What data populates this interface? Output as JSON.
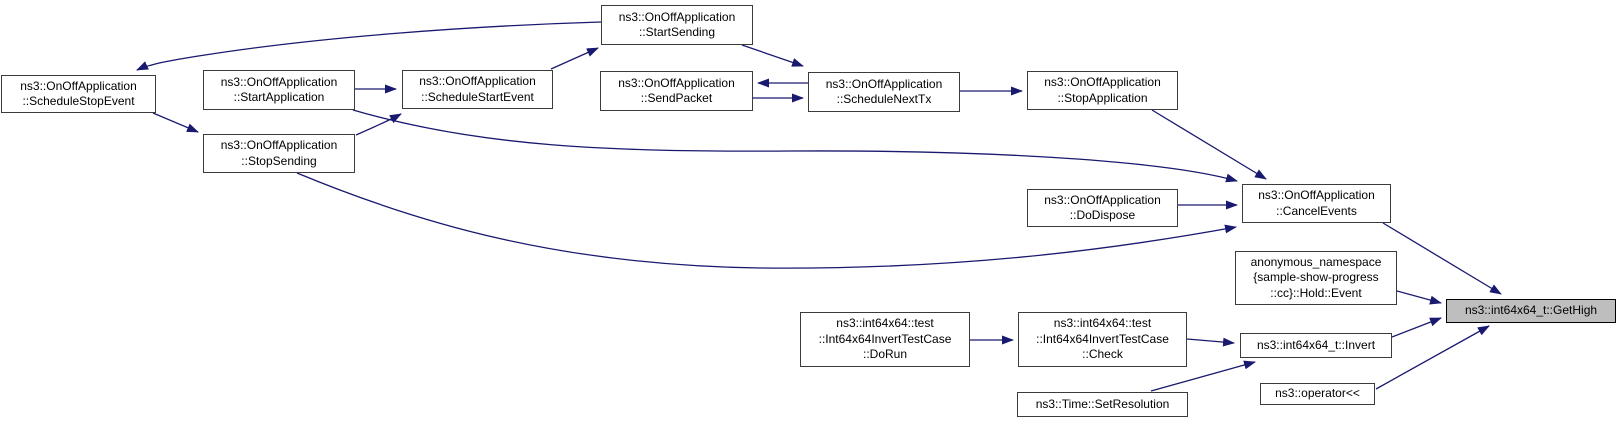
{
  "diagram": {
    "kind": "doxygen-caller-graph",
    "colors": {
      "background": "#ffffff",
      "edge": "#191970",
      "node_border": "#3b3b3b",
      "node_fill": "#ffffff",
      "highlight_fill": "#bebebe",
      "text": "#000000"
    },
    "nodes": {
      "schedule_stop_event": {
        "label": "ns3::OnOffApplication\n::ScheduleStopEvent"
      },
      "start_application": {
        "label": "ns3::OnOffApplication\n::StartApplication"
      },
      "stop_sending": {
        "label": "ns3::OnOffApplication\n::StopSending"
      },
      "schedule_start_event": {
        "label": "ns3::OnOffApplication\n::ScheduleStartEvent"
      },
      "start_sending": {
        "label": "ns3::OnOffApplication\n::StartSending"
      },
      "send_packet": {
        "label": "ns3::OnOffApplication\n::SendPacket"
      },
      "schedule_next_tx": {
        "label": "ns3::OnOffApplication\n::ScheduleNextTx"
      },
      "stop_application": {
        "label": "ns3::OnOffApplication\n::StopApplication"
      },
      "do_dispose": {
        "label": "ns3::OnOffApplication\n::DoDispose"
      },
      "cancel_events": {
        "label": "ns3::OnOffApplication\n::CancelEvents"
      },
      "hold_event": {
        "label": "anonymous_namespace\n{sample-show-progress\n::cc}::Hold::Event"
      },
      "get_high": {
        "label": "ns3::int64x64_t::GetHigh"
      },
      "invert": {
        "label": "ns3::int64x64_t::Invert"
      },
      "operator_lshift": {
        "label": "ns3::operator<<"
      },
      "do_run": {
        "label": "ns3::int64x64::test\n::Int64x64InvertTestCase\n::DoRun"
      },
      "check": {
        "label": "ns3::int64x64::test\n::Int64x64InvertTestCase\n::Check"
      },
      "set_resolution": {
        "label": "ns3::Time::SetResolution"
      }
    },
    "edges": [
      {
        "from": "start_sending",
        "to": "schedule_stop_event"
      },
      {
        "from": "schedule_stop_event",
        "to": "stop_sending"
      },
      {
        "from": "stop_sending",
        "to": "schedule_start_event"
      },
      {
        "from": "start_application",
        "to": "schedule_start_event"
      },
      {
        "from": "start_application",
        "to": "cancel_events"
      },
      {
        "from": "stop_sending",
        "to": "cancel_events"
      },
      {
        "from": "schedule_start_event",
        "to": "start_sending"
      },
      {
        "from": "start_sending",
        "to": "schedule_next_tx"
      },
      {
        "from": "schedule_next_tx",
        "to": "send_packet"
      },
      {
        "from": "send_packet",
        "to": "schedule_next_tx"
      },
      {
        "from": "schedule_next_tx",
        "to": "stop_application"
      },
      {
        "from": "stop_application",
        "to": "cancel_events"
      },
      {
        "from": "do_dispose",
        "to": "cancel_events"
      },
      {
        "from": "cancel_events",
        "to": "get_high"
      },
      {
        "from": "hold_event",
        "to": "get_high"
      },
      {
        "from": "invert",
        "to": "get_high"
      },
      {
        "from": "operator_lshift",
        "to": "get_high"
      },
      {
        "from": "do_run",
        "to": "check"
      },
      {
        "from": "check",
        "to": "invert"
      },
      {
        "from": "set_resolution",
        "to": "invert"
      }
    ]
  }
}
